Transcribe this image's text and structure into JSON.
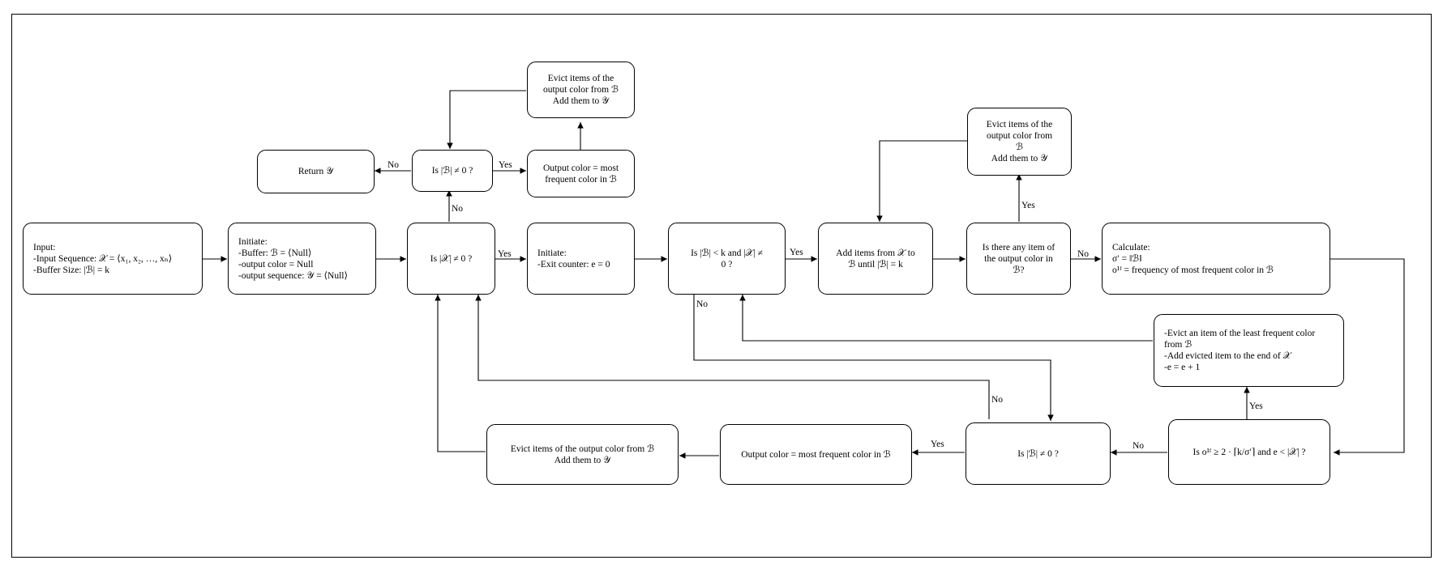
{
  "nodes": {
    "input": [
      "Input:",
      "-Input Sequence: 𝒳 = ⟨x₁, x₂, …, xₙ⟩",
      "-Buffer Size: |ℬ| = k"
    ],
    "init1": [
      "Initiate:",
      "-Buffer: ℬ = ⟨Null⟩",
      "-output color = Null",
      "-output sequence: 𝒴 = ⟨Null⟩"
    ],
    "is_x": [
      "Is |𝒳| ≠ 0 ?"
    ],
    "is_b_top": [
      "Is |ℬ| ≠ 0 ?"
    ],
    "return_y": [
      "Return 𝒴"
    ],
    "out_color_top": [
      "Output color = most",
      "frequent color in ℬ"
    ],
    "evict_top": [
      "Evict items of the",
      "output color from ℬ",
      "Add them to 𝒴"
    ],
    "init2": [
      "Initiate:",
      "-Exit counter: e = 0"
    ],
    "cond_b_x": [
      "Is |ℬ| < k and |𝒳| ≠",
      "0 ?"
    ],
    "add_items": [
      "Add items from 𝒳 to",
      "ℬ until |ℬ| = k"
    ],
    "is_any": [
      "Is there any item of",
      "the output color in",
      "ℬ?"
    ],
    "evict_right": [
      "Evict items of the",
      "output color from",
      "ℬ",
      "Add them to 𝒴"
    ],
    "calculate": [
      "Calculate:",
      "σ′ = ‖ℬ‖",
      "o¹ᶠ = frequency of most frequent color in ℬ"
    ],
    "evict_least": [
      "-Evict an item of the least frequent color",
      "from ℬ",
      "-Add evicted item to the end of 𝒳",
      "-e = e + 1"
    ],
    "cond_o": [
      "Is o¹ᶠ ≥ 2 · ⌈k/σ′⌉ and e < |𝒳| ?"
    ],
    "is_b_bottom": [
      "Is |ℬ| ≠ 0 ?"
    ],
    "out_color_bottom": [
      "Output color = most frequent color in ℬ"
    ],
    "evict_bottom": [
      "Evict items of the output color from ℬ",
      "Add them to 𝒴"
    ]
  },
  "edge_labels": {
    "yes": "Yes",
    "no": "No"
  }
}
